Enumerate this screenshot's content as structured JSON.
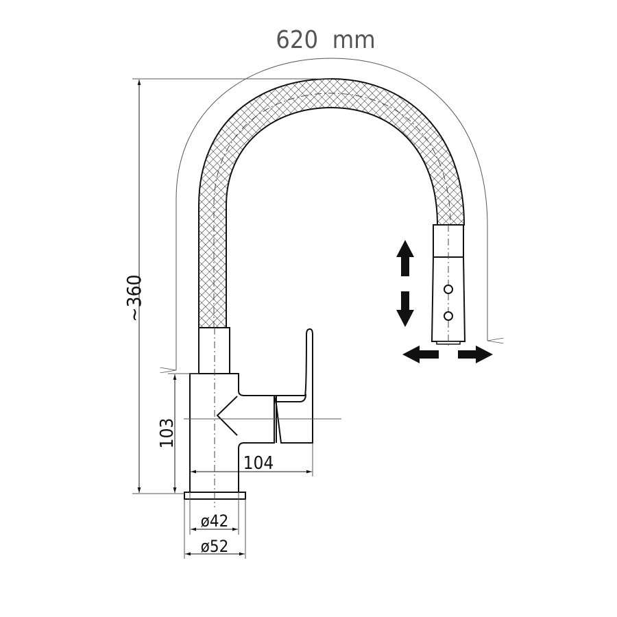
{
  "dimensions": {
    "arc_length": "620  mm",
    "height": "~360",
    "body_height": "103",
    "lever_reach": "104",
    "body_diameter": "ø42",
    "base_diameter": "ø52"
  },
  "colors": {
    "line": "#111111",
    "thin": "#555555"
  }
}
